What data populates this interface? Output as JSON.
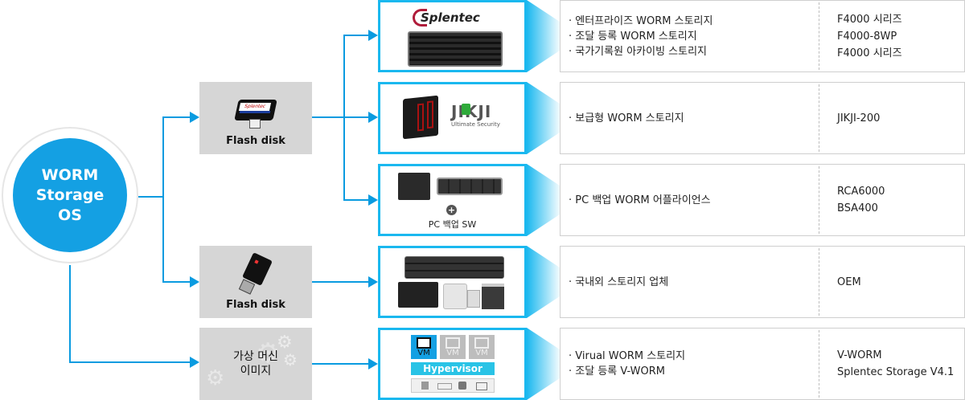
{
  "root": {
    "label": "WORM\nStorage\nOS"
  },
  "sources": [
    {
      "label": "Flash disk",
      "icon": "flash-disk-icon"
    },
    {
      "label": "Flash disk",
      "icon": "flash-module-icon"
    },
    {
      "label": "가상 머신\n이미지",
      "icon": "gears-icon"
    }
  ],
  "products": [
    {
      "brand": "Splentec",
      "image": "rack-server-image",
      "desc": [
        "엔터프라이즈 WORM 스토리지",
        "조달 등록 WORM 스토리지",
        "국가기록원 아카이빙 스토리지"
      ],
      "models": [
        "F4000 시리즈",
        "F4000-8WP",
        "F4000 시리즈"
      ]
    },
    {
      "brand": "JIKJI",
      "brand_sub": "Ultimate Security",
      "image": "nas-image",
      "desc": [
        "보급형 WORM 스토리지"
      ],
      "models": [
        "JIKJI-200"
      ]
    },
    {
      "caption": "PC 백업 SW",
      "plus": "+",
      "image": "tower-and-rack-image",
      "desc": [
        "PC 백업 WORM 어플라이언스"
      ],
      "models": [
        "RCA6000",
        "BSA400"
      ]
    },
    {
      "image": "storage-devices-image",
      "desc": [
        "국내외 스토리지 업체"
      ],
      "models": [
        "OEM"
      ]
    },
    {
      "image": "hypervisor-diagram",
      "vm_labels": [
        "VM",
        "VM",
        "VM"
      ],
      "hypervisor": "Hypervisor",
      "desc": [
        "Virual WORM 스토리지",
        "조달 등록 V-WORM"
      ],
      "models": [
        "V-WORM",
        "Splentec Storage V4.1"
      ]
    }
  ],
  "colors": {
    "connector": "#0a9be0",
    "root": "#14a0e3",
    "box_border": "#1ab8ef",
    "source_bg": "#d6d6d6",
    "hypervisor": "#29c3e6"
  }
}
